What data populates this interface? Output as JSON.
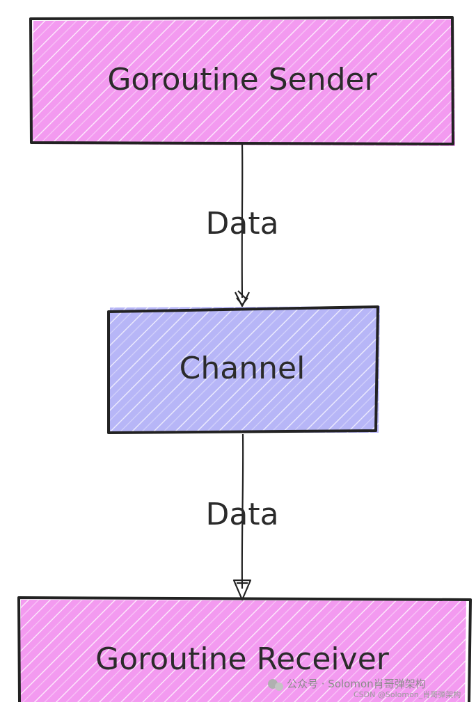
{
  "nodes": {
    "sender": {
      "label": "Goroutine Sender",
      "fill": "#f39af0"
    },
    "channel": {
      "label": "Channel",
      "fill": "#b7b6f7"
    },
    "receiver": {
      "label": "Goroutine Receiver",
      "fill": "#f39af0"
    }
  },
  "edges": [
    {
      "from": "sender",
      "to": "channel",
      "label": "Data"
    },
    {
      "from": "channel",
      "to": "receiver",
      "label": "Data"
    }
  ],
  "watermark": {
    "line1": "公众号 · Solomon肖哥弹架构",
    "line2": "CSDN @Solomon_肖哥弹架构"
  },
  "colors": {
    "stroke": "#222222",
    "background": "#ffffff"
  }
}
